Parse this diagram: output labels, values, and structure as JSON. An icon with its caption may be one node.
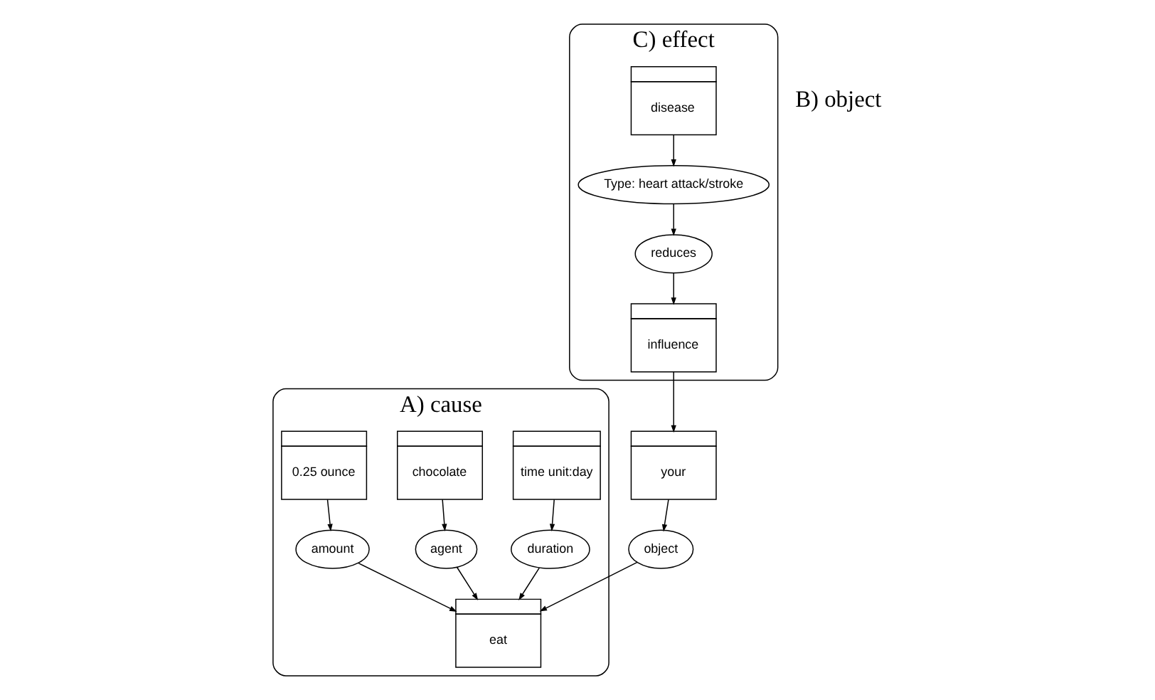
{
  "diagram": {
    "nodes": [
      {
        "text": [
          "A) cause"
        ]
      },
      {
        "text": [
          "time unit:day"
        ],
        "in": 0
      },
      {
        "text": [
          "duration"
        ],
        "in": 0
      },
      {
        "text": [
          "chocolate"
        ],
        "in": 0
      },
      {
        "text": [
          "eat"
        ],
        "in": 0
      },
      {
        "text": [
          "agent"
        ],
        "in": 0
      },
      {
        "text": [
          "amount"
        ],
        "in": 0
      },
      {
        "text": [
          "0.25 ounce"
        ],
        "in": 0
      },
      {
        "text": [
          "your"
        ]
      },
      {
        "text": [
          "object"
        ]
      },
      {
        "text": [
          "C) effect"
        ]
      },
      {
        "text": [
          "influence"
        ],
        "in": 10
      },
      {
        "text": [
          "reduces"
        ],
        "in": 10
      },
      {
        "text": [
          "disease"
        ],
        "in": 10
      },
      {
        "text": [
          "Type: heart attack/stroke"
        ],
        "in": 10
      }
    ],
    "edges": [
      {
        "from": 1,
        "to": 2,
        "arrow": "to"
      },
      {
        "from": 2,
        "to": 4,
        "arrow": "to"
      },
      {
        "from": 3,
        "to": 5,
        "arrow": "to"
      },
      {
        "from": 5,
        "to": 4,
        "arrow": "to"
      },
      {
        "from": 6,
        "to": 4,
        "arrow": "to"
      },
      {
        "from": 7,
        "to": 6,
        "arrow": "to"
      },
      {
        "from": 9,
        "to": 4,
        "arrow": "to"
      },
      {
        "from": 8,
        "to": 9,
        "arrow": "to"
      },
      {
        "from": 11,
        "to": 8,
        "arrow": "to"
      },
      {
        "from": 12,
        "to": 11,
        "arrow": "to"
      },
      {
        "from": 13,
        "to": 14,
        "arrow": "to"
      },
      {
        "from": 14,
        "to": 12,
        "arrow": "to"
      }
    ],
    "labels": [
      "B) object"
    ]
  }
}
